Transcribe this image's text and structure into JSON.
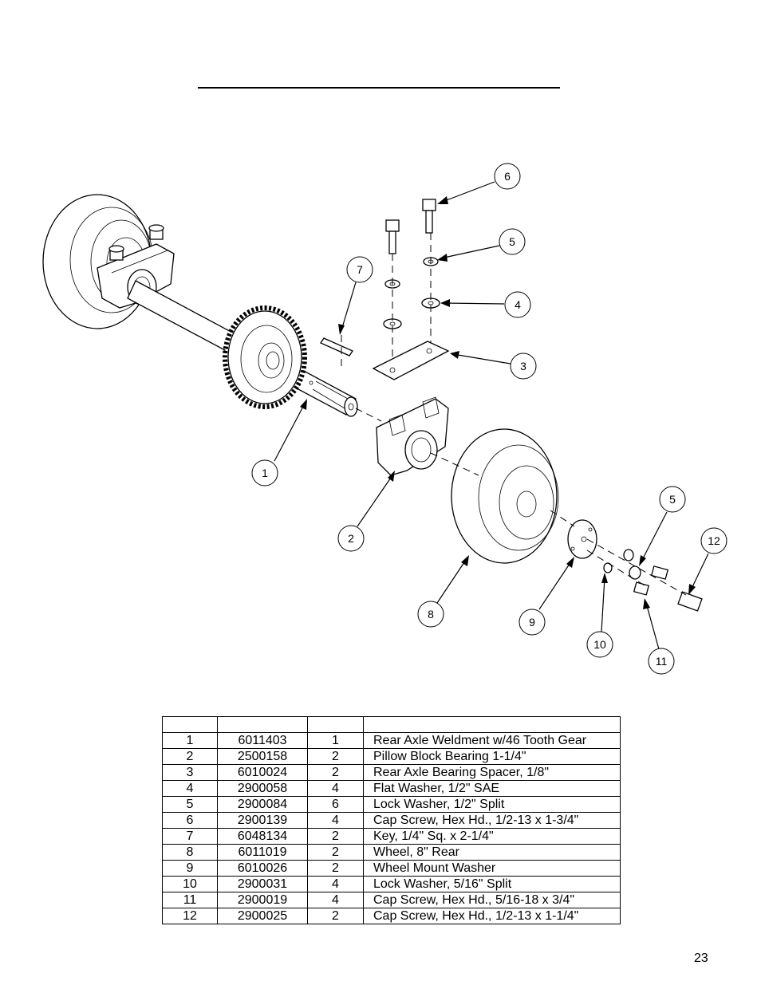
{
  "callouts": [
    {
      "label": "1"
    },
    {
      "label": "2"
    },
    {
      "label": "3"
    },
    {
      "label": "4"
    },
    {
      "label": "5"
    },
    {
      "label": "5"
    },
    {
      "label": "6"
    },
    {
      "label": "7"
    },
    {
      "label": "8"
    },
    {
      "label": "9"
    },
    {
      "label": "10"
    },
    {
      "label": "11"
    },
    {
      "label": "12"
    }
  ],
  "parts_table": {
    "rows": [
      {
        "item": "1",
        "part_no": "6011403",
        "qty": "1",
        "description": "Rear Axle Weldment w/46 Tooth Gear"
      },
      {
        "item": "2",
        "part_no": "2500158",
        "qty": "2",
        "description": "Pillow Block Bearing 1-1/4\""
      },
      {
        "item": "3",
        "part_no": "6010024",
        "qty": "2",
        "description": "Rear Axle Bearing Spacer, 1/8\""
      },
      {
        "item": "4",
        "part_no": "2900058",
        "qty": "4",
        "description": "Flat Washer, 1/2\" SAE"
      },
      {
        "item": "5",
        "part_no": "2900084",
        "qty": "6",
        "description": "Lock Washer, 1/2\" Split"
      },
      {
        "item": "6",
        "part_no": "2900139",
        "qty": "4",
        "description": "Cap Screw, Hex Hd., 1/2-13 x 1-3/4\""
      },
      {
        "item": "7",
        "part_no": "6048134",
        "qty": "2",
        "description": "Key, 1/4\" Sq. x 2-1/4\""
      },
      {
        "item": "8",
        "part_no": "6011019",
        "qty": "2",
        "description": "Wheel, 8\" Rear"
      },
      {
        "item": "9",
        "part_no": "6010026",
        "qty": "2",
        "description": "Wheel Mount Washer"
      },
      {
        "item": "10",
        "part_no": "2900031",
        "qty": "4",
        "description": "Lock Washer, 5/16\" Split"
      },
      {
        "item": "11",
        "part_no": "2900019",
        "qty": "4",
        "description": "Cap Screw, Hex Hd., 5/16-18 x 3/4\""
      },
      {
        "item": "12",
        "part_no": "2900025",
        "qty": "2",
        "description": "Cap Screw, Hex Hd., 1/2-13 x 1-1/4\""
      }
    ]
  },
  "page_number": "23"
}
